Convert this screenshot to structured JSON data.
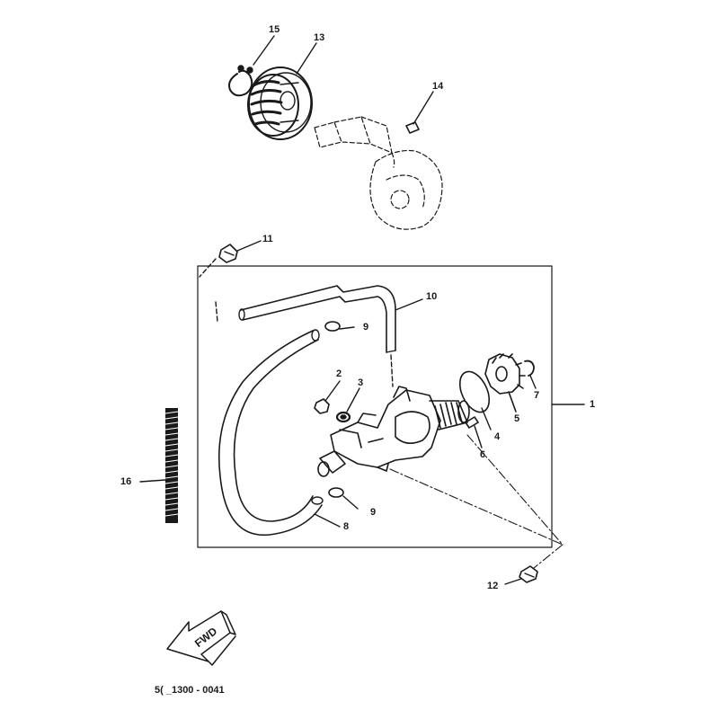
{
  "diagram": {
    "callouts": {
      "c1": "1",
      "c2": "2",
      "c3": "3",
      "c4": "4",
      "c5": "5",
      "c6": "6",
      "c7": "7",
      "c8": "8",
      "c9a": "9",
      "c9b": "9",
      "c10": "10",
      "c11": "11",
      "c12": "12",
      "c13": "13",
      "c14": "14",
      "c15": "15",
      "c16": "16"
    },
    "arrow_label": "FWD",
    "code": "5( _1300 - 0041"
  },
  "colors": {
    "ink": "#1a1a1a",
    "paper": "#ffffff"
  }
}
